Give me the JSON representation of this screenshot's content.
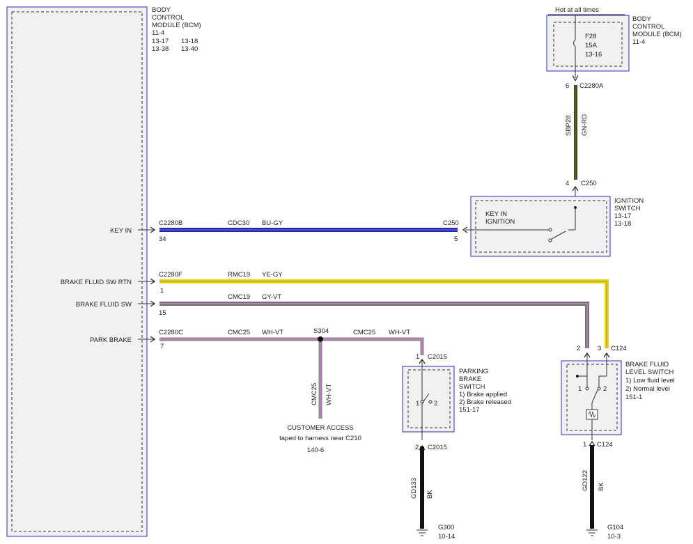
{
  "bcm_left": {
    "lines": [
      "BODY",
      "CONTROL",
      "MODULE (BCM)",
      "11-4"
    ],
    "refs": [
      [
        "13-17",
        "13-18"
      ],
      [
        "13-38",
        "13-40"
      ]
    ]
  },
  "bcm_top": {
    "hot_label": "Hot at all times",
    "lines": [
      "BODY",
      "CONTROL",
      "MODULE (BCM)",
      "11-4"
    ],
    "fuse": [
      "F28",
      "15A",
      "13-16"
    ]
  },
  "top_wire": {
    "pin_top": "6",
    "conn_top": "C2280A",
    "circuit": "SBP28",
    "color": "GN-RD",
    "pin_bottom": "4",
    "conn_bottom": "C250"
  },
  "ignition_switch": {
    "title": [
      "IGNITION",
      "SWITCH",
      "13-17",
      "13-18"
    ],
    "inner": [
      "KEY IN",
      "IGNITION"
    ]
  },
  "key_in": {
    "label": "KEY IN",
    "conn": "C2280B",
    "pin": "34",
    "circuit": "CDC30",
    "color": "BU-GY",
    "conn_right": "C250",
    "pin_right": "5"
  },
  "brake_rtn": {
    "label": "BRAKE FLUID SW RTN",
    "conn": "C2280F",
    "pin": "1",
    "circuit": "RMC19",
    "color": "YE-GY"
  },
  "brake_sw": {
    "label": "BRAKE FLUID SW",
    "pin": "15",
    "circuit": "CMC19",
    "color": "GY-VT"
  },
  "park_brake": {
    "label": "PARK BRAKE",
    "conn": "C2280C",
    "pin": "7",
    "circuit": "CMC25",
    "color": "WH-VT",
    "splice": "S304",
    "circuit2": "CMC25",
    "color2": "WH-VT"
  },
  "customer_access": {
    "circuit": "CMC25",
    "color": "WH-VT",
    "lines": [
      "CUSTOMER ACCESS",
      "taped to harness near C210",
      "140-6"
    ]
  },
  "parking_brake_switch": {
    "pin_top": "1",
    "conn_top": "C2015",
    "title": [
      "PARKING",
      "BRAKE",
      "SWITCH",
      "1) Brake applied",
      "2) Brake released",
      "151-17"
    ],
    "pos1": "1",
    "pos2": "2",
    "pin_bottom": "2",
    "conn_bottom": "C2015",
    "gnd_circuit": "GD133",
    "gnd_color": "BK",
    "ground": "G300",
    "ground_ref": "10-14"
  },
  "brake_fluid_switch": {
    "pin_a": "2",
    "pin_b": "3",
    "conn_top": "C124",
    "title": [
      "BRAKE FLUID",
      "LEVEL SWITCH",
      "1) Low fluid level",
      "2) Normal level",
      "151-1"
    ],
    "pos1": "1",
    "pos2": "2",
    "pin_bottom": "1",
    "conn_bottom": "C124",
    "gnd_circuit": "GD122",
    "gnd_color": "BK",
    "ground": "G104",
    "ground_ref": "10-3"
  }
}
